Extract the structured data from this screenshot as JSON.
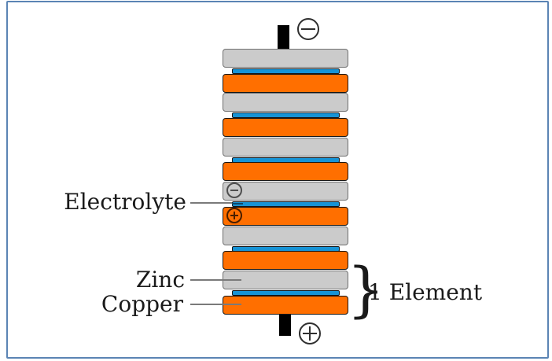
{
  "diagram_title": "voltaic-pile",
  "labels": {
    "electrolyte": "Electrolyte",
    "zinc": "Zinc",
    "copper": "Copper",
    "element": "1 Element",
    "brace": "}"
  },
  "icons": {
    "top_terminal": "minus-circle",
    "bottom_terminal": "plus-circle",
    "zinc_layer_symbol": "minus-circle",
    "copper_layer_symbol": "plus-circle"
  },
  "stack": {
    "element_count": 6,
    "layers_per_element": [
      "zinc",
      "electrolyte",
      "copper"
    ],
    "symbol_element_index": 3
  },
  "colors": {
    "frame_border": "#5b84b4",
    "zinc": "#cbcbcb",
    "zinc_border": "#707070",
    "copper": "#ff6f00",
    "electrolyte": "#1793d5",
    "layer_border": "#161616",
    "terminal": "#000000",
    "terminal_symbol": "#2f2f2f",
    "symbol_on_zinc": "#4f4f4f",
    "symbol_on_copper": "#4a1f00",
    "leader_line": "#7a7a7a",
    "leader_tip": "#0c4a6e",
    "text": "#1a1a1a"
  }
}
